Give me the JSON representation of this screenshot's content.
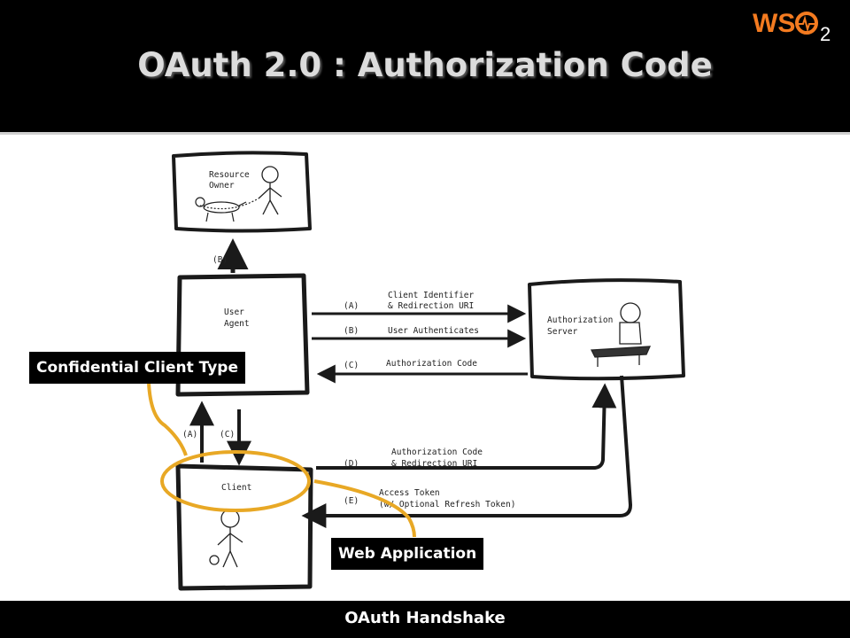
{
  "slide": {
    "title": "OAuth 2.0 : Authorization Code",
    "footer": "OAuth Handshake",
    "logo": {
      "text": "WSO2",
      "wso": "WS",
      "two": "2",
      "color": "#f47b20",
      "icon": "wso2-logo"
    }
  },
  "callouts": {
    "confidential": "Confidential Client Type",
    "webapp": "Web Application",
    "highlight_color": "#e8a825"
  },
  "diagram": {
    "resource_owner": {
      "line1": "Resource",
      "line2": "Owner"
    },
    "user_agent": {
      "line1": "User",
      "line2": "Agent"
    },
    "authorization_server": {
      "line1": "Authorization",
      "line2": "Server"
    },
    "client": {
      "label": "Client"
    },
    "arrows": {
      "ua_to_ro": "(B)",
      "a_label": "(A)",
      "a_text1": "Client Identifier",
      "a_text2": "& Redirection URI",
      "b_label": "(B)",
      "b_text": "User Authenticates",
      "c_label": "(C)",
      "c_text": "Authorization Code",
      "client_to_ua": "(A)",
      "ua_to_client": "(C)",
      "d_label": "(D)",
      "d_text1": "Authorization Code",
      "d_text2": "& Redirection URI",
      "e_label": "(E)",
      "e_text1": "Access Token",
      "e_text2": "(w/ Optional Refresh Token)"
    }
  }
}
